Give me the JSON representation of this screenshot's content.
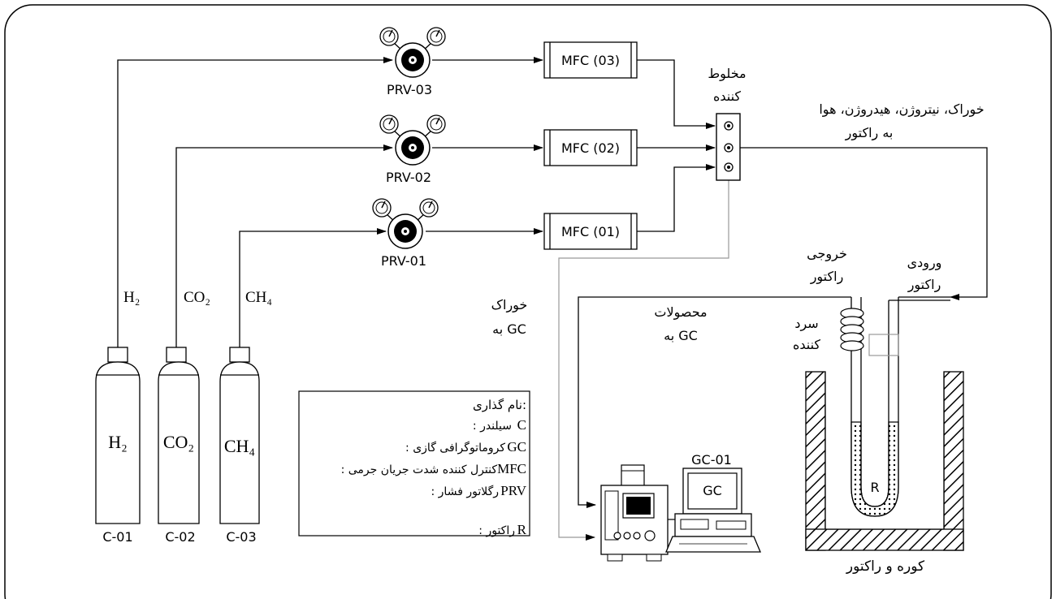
{
  "cylinders": [
    {
      "label": "H₂",
      "id": "C-01"
    },
    {
      "label": "CO₂",
      "id": "C-02"
    },
    {
      "label": "CH₄",
      "id": "C-03"
    }
  ],
  "gas_line_labels": [
    "H₂",
    "CO₂",
    "CH₄"
  ],
  "prvs": [
    "PRV-03",
    "PRV-02",
    "PRV-01"
  ],
  "mfcs": [
    "MFC (03)",
    "MFC (02)",
    "MFC (01)"
  ],
  "mixer": {
    "line1": "مخلوط",
    "line2": "کننده"
  },
  "feed_to_reactor": {
    "line1": "خوراک، نیتروژن، هیدروژن، هوا",
    "line2": "به راکتور"
  },
  "reactor_outlet": {
    "line1": "خروجی",
    "line2": "راکتور"
  },
  "reactor_inlet": {
    "line1": "ورودی",
    "line2": "راکتور"
  },
  "cooler": {
    "line1": "سرد",
    "line2": "کننده"
  },
  "feed_to_gc": {
    "line1": "خوراک",
    "line2": "به GC"
  },
  "products_to_gc": {
    "line1": "محصولات",
    "line2": "به GC"
  },
  "gc": {
    "id": "GC-01",
    "screen": "GC"
  },
  "reactor_label": "R",
  "furnace": "کوره و راکتور",
  "legend": {
    "title": "نام گذاری:",
    "items": [
      {
        "key": "C",
        "text": ": سیلندر"
      },
      {
        "key": "GC",
        "text": ": کروماتوگرافی گازی"
      },
      {
        "key": "MFC",
        "text": ": کنترل کننده شدت جریان جرمی"
      },
      {
        "key": "PRV",
        "text": ": رگلاتور فشار"
      },
      {
        "key": "R",
        "text": ": راکتور"
      }
    ]
  }
}
